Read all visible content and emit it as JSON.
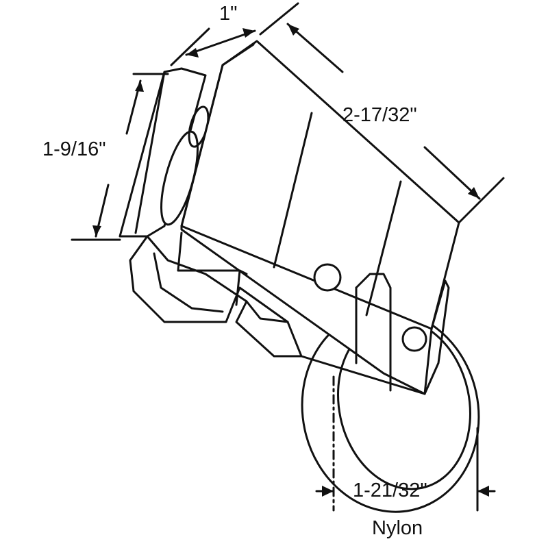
{
  "dimensions": {
    "width_label": "1\"",
    "length_label": "2-17/32\"",
    "height_label": "1-9/16\"",
    "wheel_label": "1-21/32\"",
    "wheel_material": "Nylon"
  },
  "colors": {
    "line": "#111111",
    "background": "#ffffff"
  }
}
